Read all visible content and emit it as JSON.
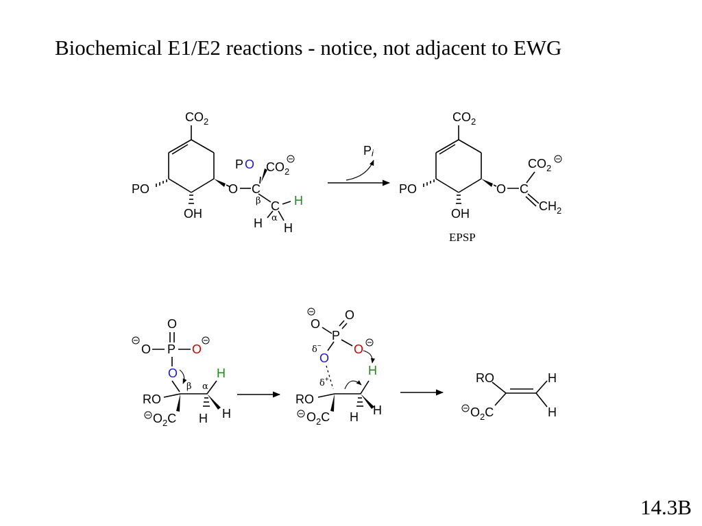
{
  "slide": {
    "title": "Biochemical E1/E2 reactions - notice, not adjacent to EWG",
    "number": "14.3B"
  },
  "colors": {
    "text": "#000000",
    "oxygen_highlight": "#1a1acc",
    "oxygen_red": "#cc0000",
    "hydrogen_highlight": "#1a8a1a"
  },
  "reaction1": {
    "reagent": {
      "P": "P",
      "i": "i"
    },
    "reactant": {
      "co2_top": "CO",
      "sub2": "2",
      "po_left": "PO",
      "oh": "OH",
      "o_link": "O",
      "c_center": "C",
      "p_label": "P",
      "o_blue": "O",
      "co2_side": "CO",
      "beta": "β",
      "c_lower": "C",
      "h_green": "H",
      "h_left": "H",
      "alpha": "α",
      "h_right": "H"
    },
    "product": {
      "co2_top": "CO",
      "sub2": "2",
      "po_left": "PO",
      "oh": "OH",
      "o_link": "O",
      "c_center": "C",
      "co2_side": "CO",
      "ch2": "CH",
      "name": "EPSP"
    }
  },
  "reaction2": {
    "left": {
      "o_top": "O",
      "o_left": "O",
      "p": "P",
      "o_right": "O",
      "o_blue": "O",
      "h_green": "H",
      "beta": "β",
      "alpha": "α",
      "ro": "RO",
      "o2c_o": "O",
      "o2c_c": "C",
      "sub2": "2",
      "h_bottom": "H",
      "h_right": "H"
    },
    "middle": {
      "o_left": "O",
      "o_top": "O",
      "p": "P",
      "delta_minus": "δ",
      "minus": "−",
      "o_blue": "O",
      "o_red": "O",
      "h_green": "H",
      "delta_plus": "δ",
      "plus": "+",
      "ro": "RO",
      "o2c_o": "O",
      "o2c_c": "C",
      "sub2": "2",
      "h_bottom": "H",
      "h_right": "H"
    },
    "right": {
      "ro": "RO",
      "h_top": "H",
      "h_bottom": "H",
      "o2c_o": "O",
      "o2c_c": "C",
      "sub2": "2"
    }
  }
}
